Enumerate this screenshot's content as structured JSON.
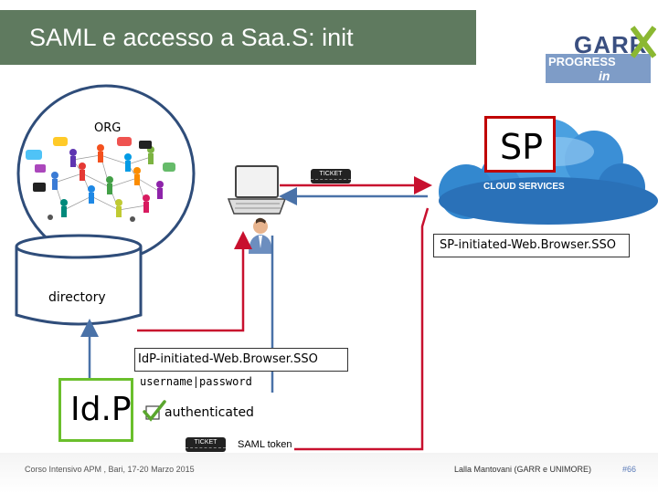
{
  "slide": {
    "title": "SAML e accesso a Saa.S: init"
  },
  "logo": {
    "garr": "GARR",
    "progress": "PROGRESS",
    "training": "in Training"
  },
  "diagram": {
    "org_label": "ORG",
    "sp_label": "SP",
    "cloud_text": "CLOUD SERVICES",
    "sp_flow_label": "SP-initiated-Web.Browser.SSO",
    "directory_label": "directory",
    "idp_flow_label": "IdP-initiated-Web.Browser.SSO",
    "credentials": "username|password",
    "idp_label": "Id.P",
    "authenticated": "authenticated",
    "saml_token": "SAML token",
    "ticket_text": "TICKET",
    "colors": {
      "title_bg": "#5f7a5f",
      "sp_border": "#c00000",
      "idp_border": "#6abf2c",
      "red_arrow": "#c8102e",
      "blue_arrow": "#4a72a8"
    }
  },
  "footer": {
    "left": "Corso Intensivo APM , Bari, 17-20 Marzo 2015",
    "right": "Lalla Mantovani (GARR e UNIMORE)",
    "page_number": "#66"
  }
}
